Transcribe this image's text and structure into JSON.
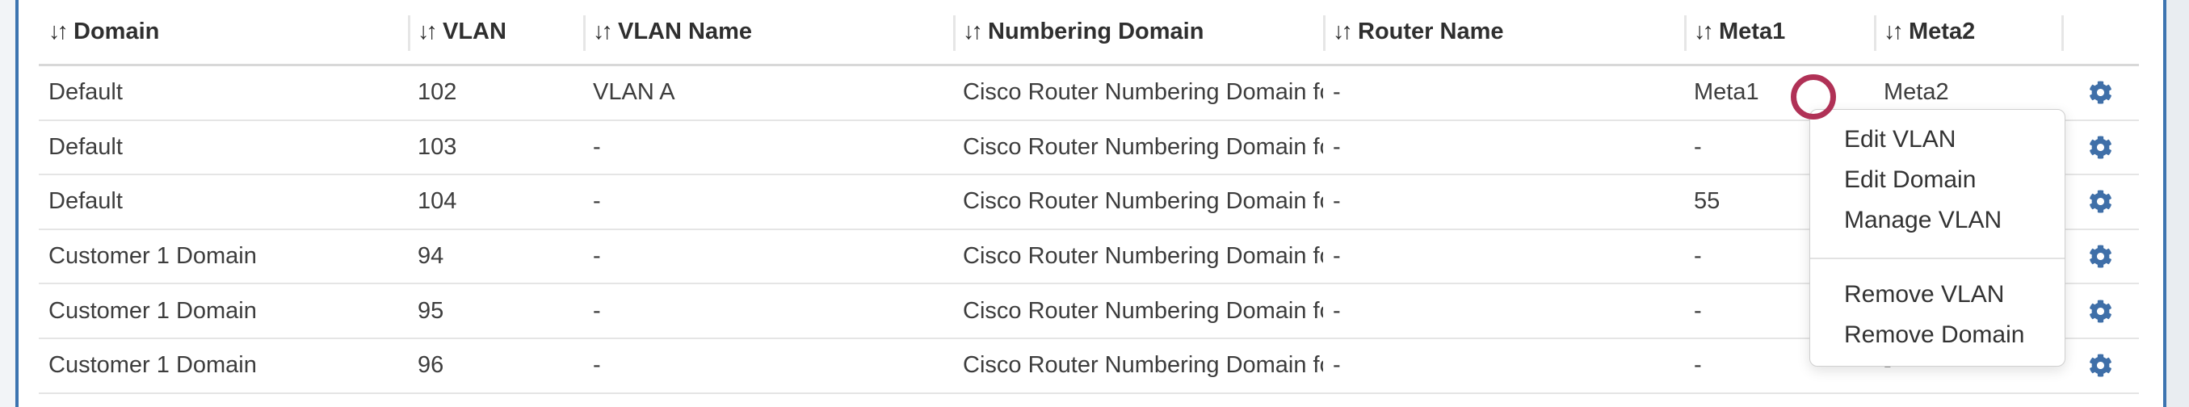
{
  "table": {
    "sort_icon": "↓↑",
    "columns": [
      {
        "key": "domain",
        "label": "Domain"
      },
      {
        "key": "vlan",
        "label": "VLAN"
      },
      {
        "key": "vlan_name",
        "label": "VLAN Name"
      },
      {
        "key": "numbering_domain",
        "label": "Numbering Domain"
      },
      {
        "key": "router_name",
        "label": "Router Name"
      },
      {
        "key": "meta1",
        "label": "Meta1"
      },
      {
        "key": "meta2",
        "label": "Meta2"
      }
    ],
    "rows": [
      {
        "domain": "Default",
        "vlan": "102",
        "vlan_name": "VLAN A",
        "numbering_domain": "Cisco Router Numbering Domain for ...",
        "router_name": "-",
        "meta1": "Meta1",
        "meta2": "Meta2"
      },
      {
        "domain": "Default",
        "vlan": "103",
        "vlan_name": "-",
        "numbering_domain": "Cisco Router Numbering Domain for ...",
        "router_name": "-",
        "meta1": "-",
        "meta2": "-"
      },
      {
        "domain": "Default",
        "vlan": "104",
        "vlan_name": "-",
        "numbering_domain": "Cisco Router Numbering Domain for ...",
        "router_name": "-",
        "meta1": "55",
        "meta2": "-"
      },
      {
        "domain": "Customer 1 Domain",
        "vlan": "94",
        "vlan_name": "-",
        "numbering_domain": "Cisco Router Numbering Domain for ...",
        "router_name": "-",
        "meta1": "-",
        "meta2": "-"
      },
      {
        "domain": "Customer 1 Domain",
        "vlan": "95",
        "vlan_name": "-",
        "numbering_domain": "Cisco Router Numbering Domain for ...",
        "router_name": "-",
        "meta1": "-",
        "meta2": "-"
      },
      {
        "domain": "Customer 1 Domain",
        "vlan": "96",
        "vlan_name": "-",
        "numbering_domain": "Cisco Router Numbering Domain for ...",
        "router_name": "-",
        "meta1": "-",
        "meta2": "-"
      }
    ],
    "row_action_icon": "gear"
  },
  "context_menu": {
    "groups": [
      [
        "Edit VLAN",
        "Edit Domain",
        "Manage VLAN"
      ],
      [
        "Remove VLAN",
        "Remove Domain"
      ]
    ]
  },
  "annotation": {
    "shape": "circle",
    "color": "#b03156"
  },
  "colors": {
    "gear_icon": "#3f6fa8",
    "panel_border": "#3d74b0",
    "annotation": "#b03156"
  }
}
